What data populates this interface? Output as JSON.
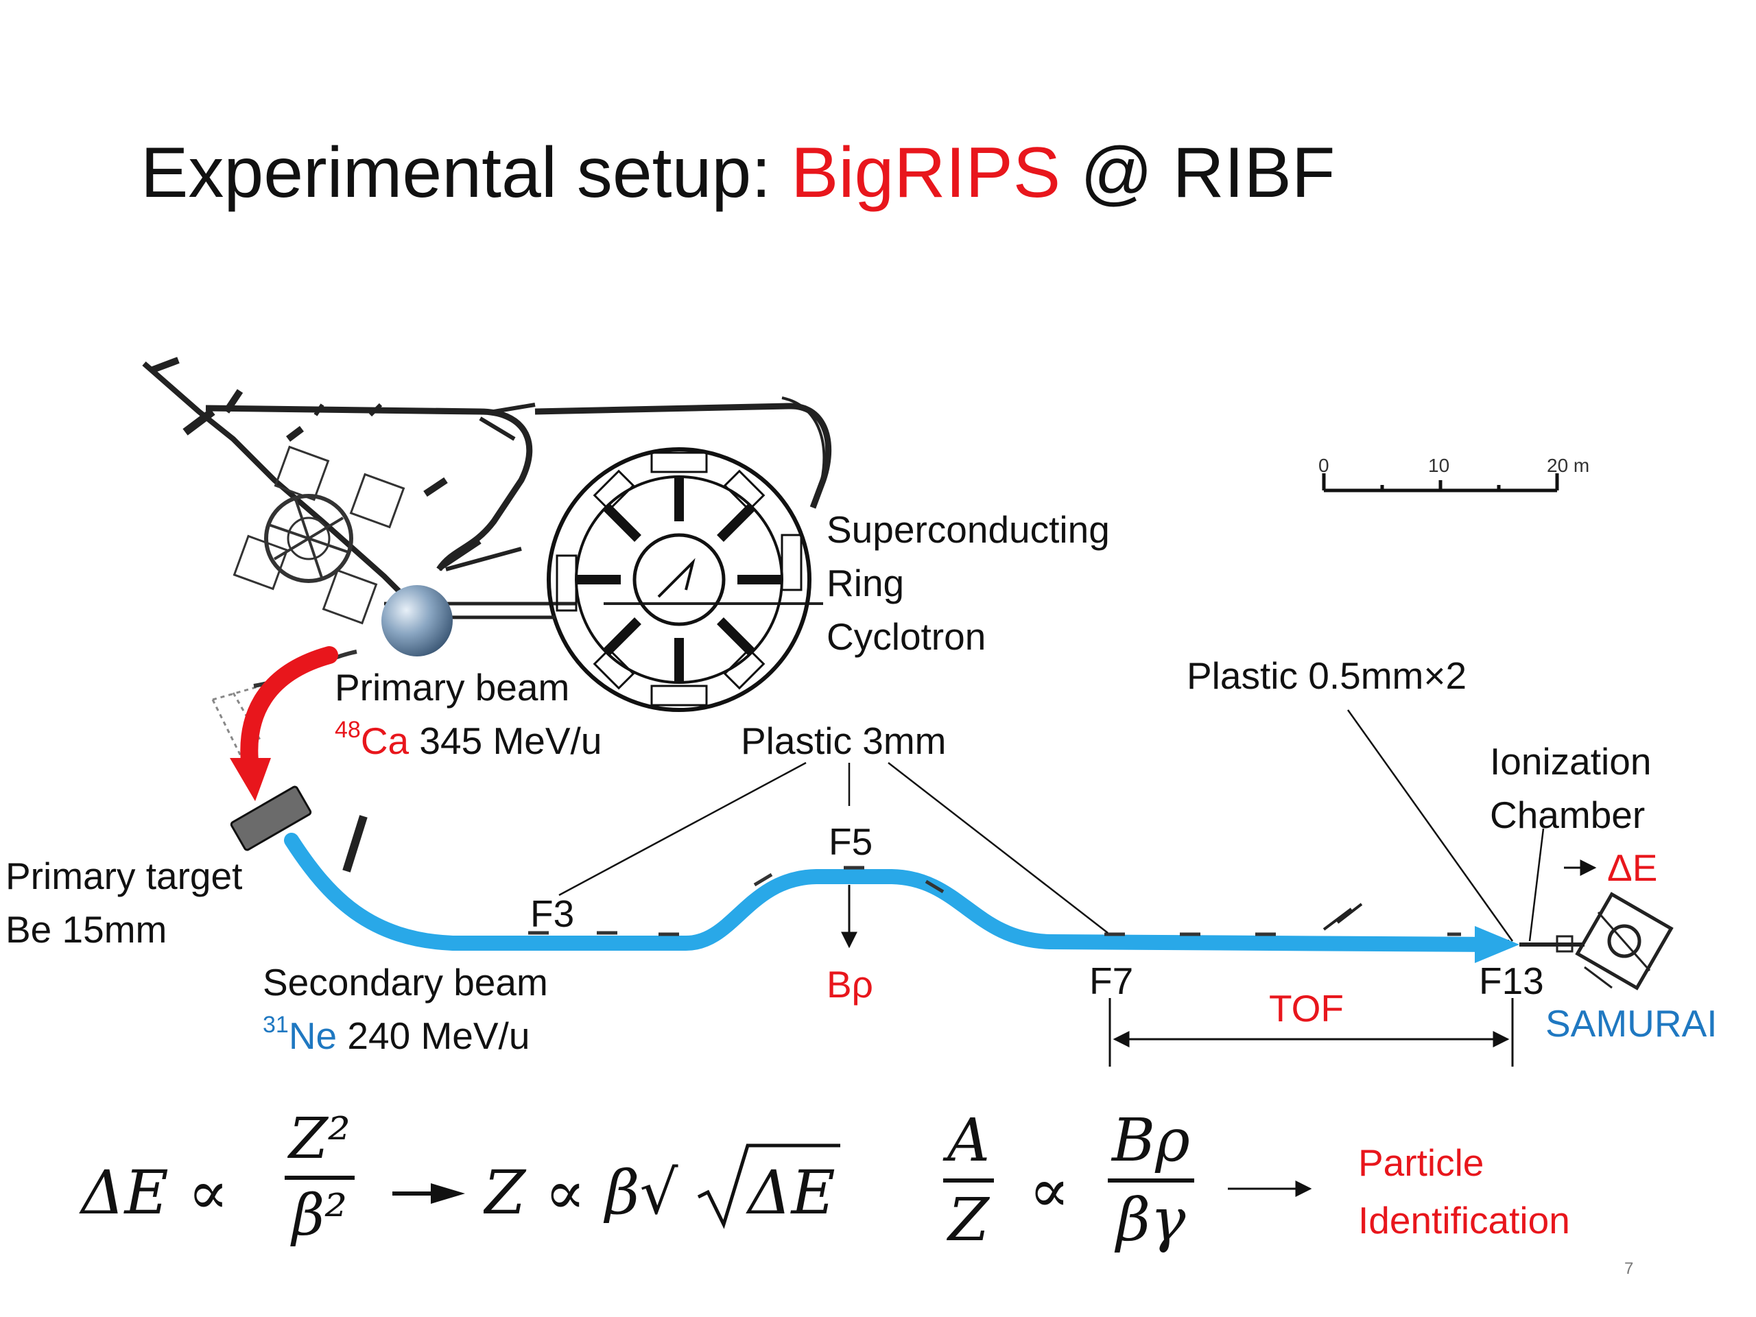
{
  "title": {
    "main": "Experimental setup: ",
    "highlight": "BigRIPS",
    "rest": " @ RIBF"
  },
  "scale_bar": {
    "ticks": [
      "0",
      "10",
      "20 m"
    ]
  },
  "labels": {
    "src_line1": "Superconducting",
    "src_line2": "Ring",
    "src_line3": "Cyclotron",
    "primary_beam": "Primary beam",
    "primary_isotope_mass": "48",
    "primary_isotope_symbol": "Ca",
    "primary_energy": " 345 MeV/u",
    "primary_target_line1": "Primary target",
    "primary_target_line2": "Be 15mm",
    "secondary_beam": "Secondary beam",
    "secondary_isotope_mass": "31",
    "secondary_isotope_symbol": "Ne",
    "secondary_energy": " 240 MeV/u",
    "plastic_3mm": "Plastic 3mm",
    "plastic_05mm": "Plastic 0.5mm×2",
    "ion_chamber_line1": "Ionization",
    "ion_chamber_line2": "Chamber",
    "delta_e_arrow": "→",
    "delta_e": "ΔE",
    "f3": "F3",
    "f5": "F5",
    "f7": "F7",
    "f13": "F13",
    "brho": "Bρ",
    "tof": "TOF",
    "samurai": "SAMURAI"
  },
  "equations": {
    "eq1_lhs": "ΔE ∝",
    "eq1_num": "Z²",
    "eq1_den": "β²",
    "eq1_rhs": "Z ∝ β√",
    "eq1_rad": "ΔE",
    "eq2_num": "A",
    "eq2_den": "Z",
    "eq2_prop": "∝",
    "eq2_num2": "Bρ",
    "eq2_den2": "βγ",
    "result_line1": "Particle",
    "result_line2": "Identification"
  },
  "page_number": "7",
  "colors": {
    "primary_beam": "#e8161c",
    "secondary_beam": "#29a8e8",
    "accent_red": "#e8161c",
    "accent_blue": "#1f78c1"
  }
}
